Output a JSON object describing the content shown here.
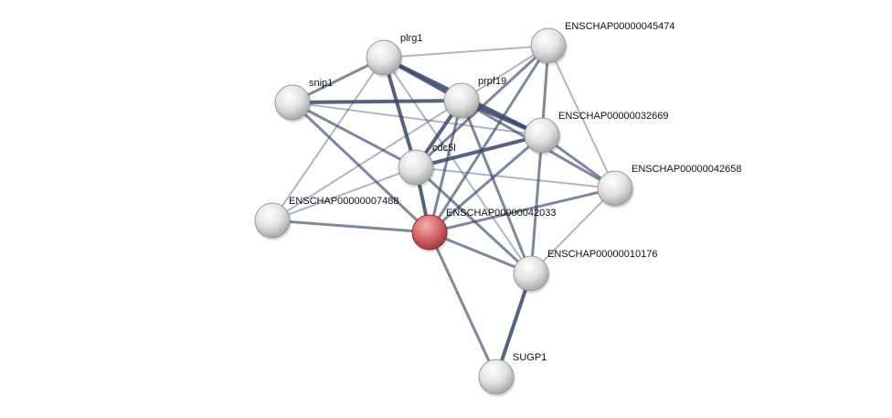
{
  "network": {
    "query_node": "ENSCHAP00000042033",
    "colors": {
      "query_node": "#d9686b",
      "node": "#e6e6e6",
      "edge": "#3a4668"
    },
    "nodes": [
      {
        "id": "plrg1",
        "label": "plrg1"
      },
      {
        "id": "45474",
        "label": "ENSCHAP00000045474"
      },
      {
        "id": "snip1",
        "label": "snip1"
      },
      {
        "id": "prpf19",
        "label": "prpf19"
      },
      {
        "id": "32669",
        "label": "ENSCHAP00000032669"
      },
      {
        "id": "cdc5l",
        "label": "cdc5l"
      },
      {
        "id": "42658",
        "label": "ENSCHAP00000042658"
      },
      {
        "id": "7488",
        "label": "ENSCHAP00000007488"
      },
      {
        "id": "42033",
        "label": "ENSCHAP00000042033"
      },
      {
        "id": "10176",
        "label": "ENSCHAP00000010176"
      },
      {
        "id": "sugp1",
        "label": "SUGP1"
      }
    ],
    "edges": [
      [
        "plrg1",
        "45474",
        "low"
      ],
      [
        "plrg1",
        "snip1",
        "medium"
      ],
      [
        "plrg1",
        "cdc5l",
        "high"
      ],
      [
        "plrg1",
        "32669",
        "high"
      ],
      [
        "plrg1",
        "prpf19",
        "high"
      ],
      [
        "plrg1",
        "7488",
        "low"
      ],
      [
        "plrg1",
        "10176",
        "low"
      ],
      [
        "snip1",
        "prpf19",
        "high"
      ],
      [
        "snip1",
        "32669",
        "low"
      ],
      [
        "snip1",
        "cdc5l",
        "medium"
      ],
      [
        "snip1",
        "42033",
        "medium"
      ],
      [
        "prpf19",
        "45474",
        "low"
      ],
      [
        "prpf19",
        "32669",
        "high"
      ],
      [
        "prpf19",
        "cdc5l",
        "high"
      ],
      [
        "prpf19",
        "42033",
        "medium"
      ],
      [
        "prpf19",
        "10176",
        "medium"
      ],
      [
        "prpf19",
        "7488",
        "low"
      ],
      [
        "prpf19",
        "42658",
        "medium"
      ],
      [
        "45474",
        "cdc5l",
        "medium"
      ],
      [
        "45474",
        "42033",
        "medium"
      ],
      [
        "45474",
        "32669",
        "medium"
      ],
      [
        "45474",
        "42658",
        "low"
      ],
      [
        "32669",
        "cdc5l",
        "high"
      ],
      [
        "32669",
        "42033",
        "medium"
      ],
      [
        "32669",
        "10176",
        "medium"
      ],
      [
        "32669",
        "42658",
        "medium"
      ],
      [
        "cdc5l",
        "42033",
        "high"
      ],
      [
        "cdc5l",
        "42658",
        "low"
      ],
      [
        "cdc5l",
        "7488",
        "low"
      ],
      [
        "cdc5l",
        "10176",
        "medium"
      ],
      [
        "42033",
        "7488",
        "medium"
      ],
      [
        "42033",
        "42658",
        "medium"
      ],
      [
        "42033",
        "10176",
        "medium"
      ],
      [
        "42033",
        "sugp1",
        "medium"
      ],
      [
        "10176",
        "sugp1",
        "high"
      ],
      [
        "10176",
        "42658",
        "low"
      ]
    ]
  }
}
